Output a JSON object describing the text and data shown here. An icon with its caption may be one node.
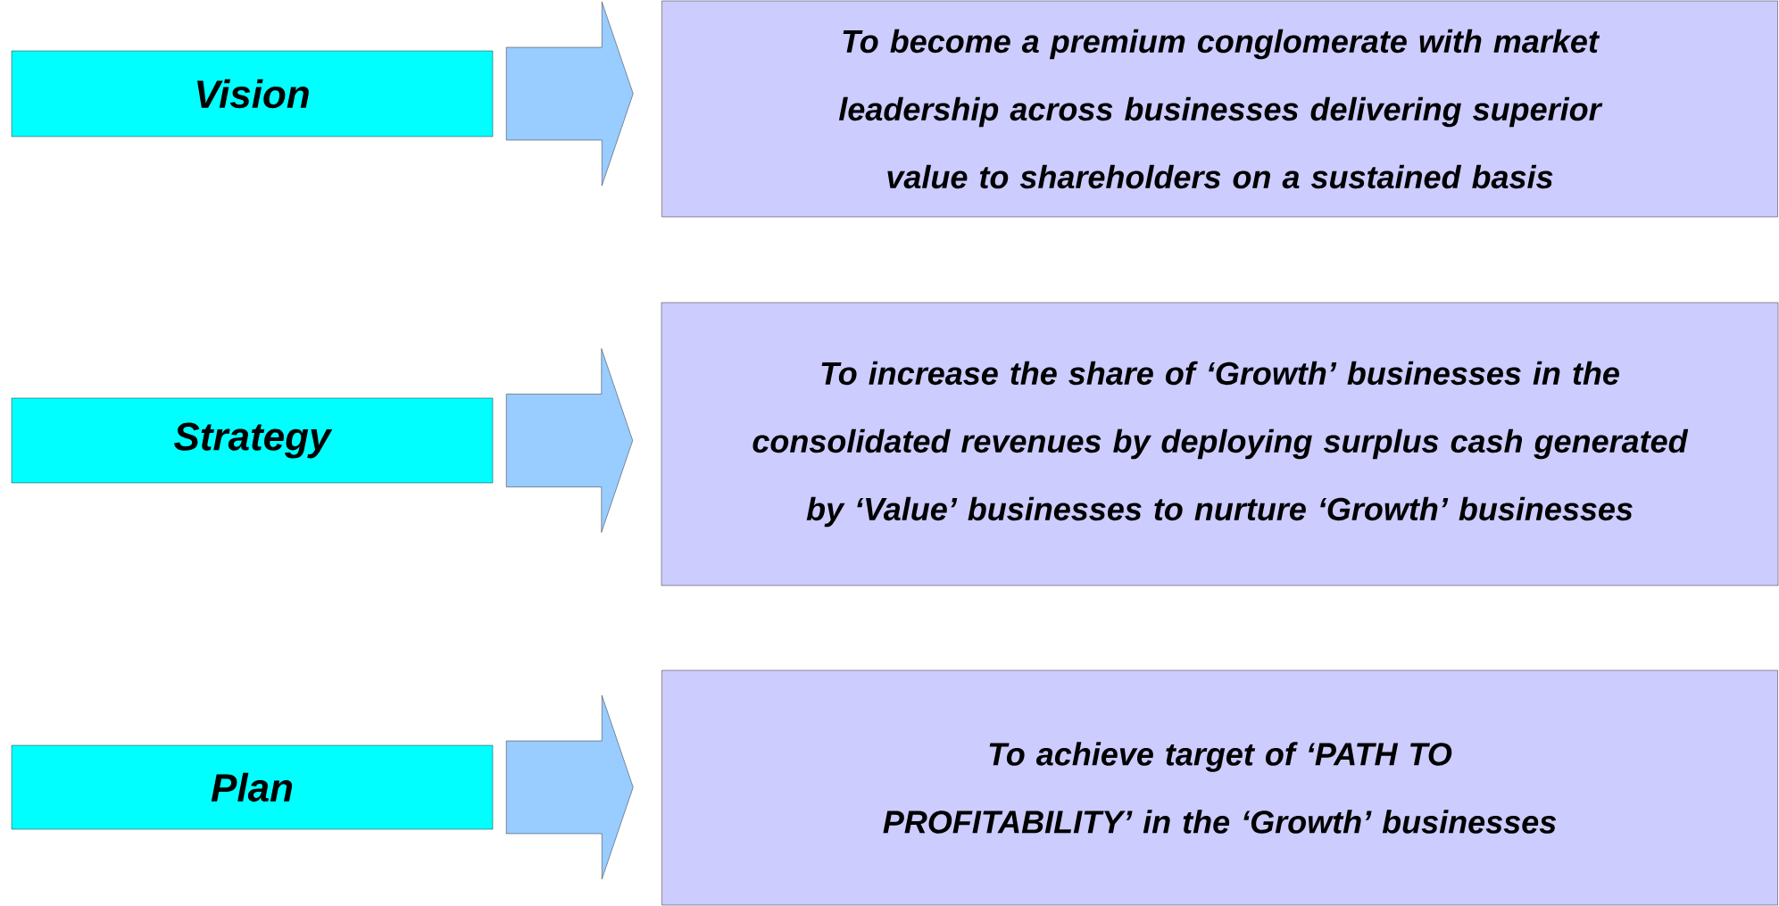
{
  "diagram": {
    "nodes": [
      {
        "text": [
          "Vision"
        ]
      },
      {
        "text": [
          "To become a premium conglomerate with market leadership across businesses delivering superior value to shareholders on a sustained basis"
        ]
      },
      {
        "text": [
          "Strategy"
        ]
      },
      {
        "text": [
          "To increase the share of ‘Growth’ businesses in the consolidated revenues by deploying surplus cash generated by ‘Value’ businesses to nurture ‘Growth’ businesses"
        ]
      },
      {
        "text": [
          "Plan"
        ]
      },
      {
        "text": [
          "To achieve target of ‘PATH TO PROFITABILITY’ in the ‘Growth’ businesses"
        ]
      }
    ],
    "edges": [
      {
        "from": 0,
        "to": 1,
        "arrow": "to"
      },
      {
        "from": 2,
        "to": 3,
        "arrow": "to"
      },
      {
        "from": 4,
        "to": 5,
        "arrow": "to"
      }
    ]
  }
}
